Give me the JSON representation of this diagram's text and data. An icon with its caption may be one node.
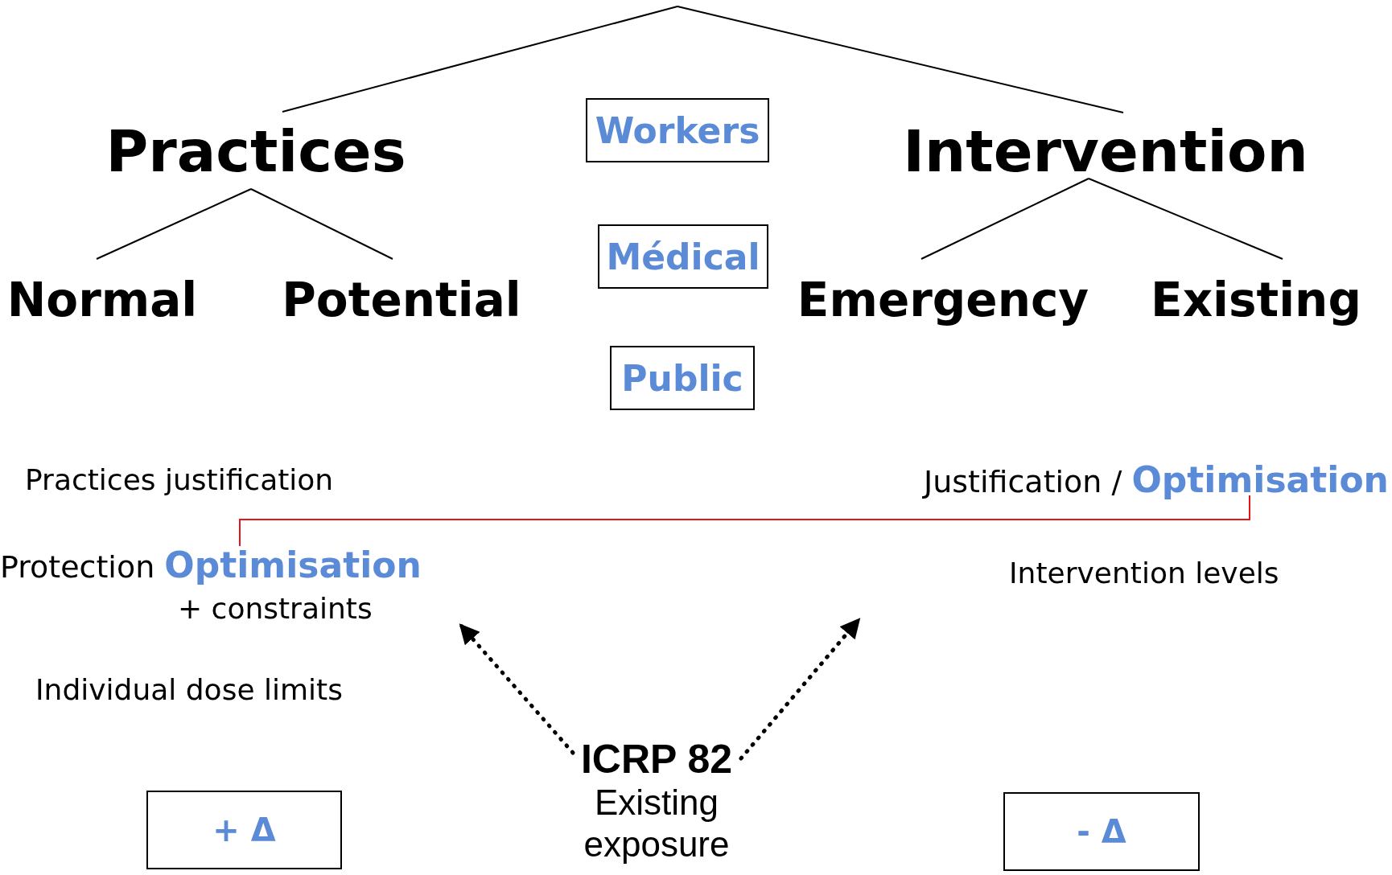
{
  "diagram": {
    "nodes": [
      {
        "text": [
          "Practices"
        ]
      },
      {
        "text": [
          "Normal"
        ]
      },
      {
        "text": [
          "Potential"
        ]
      },
      {
        "text": [
          "Workers"
        ]
      },
      {
        "text": [
          "Médical"
        ]
      },
      {
        "text": [
          "Public"
        ]
      },
      {
        "text": [
          "Intervention"
        ]
      },
      {
        "text": [
          "Emergency"
        ]
      },
      {
        "text": [
          "Existing"
        ]
      },
      {
        "text": [
          "Protection",
          "Optimisation"
        ]
      },
      {
        "text": [
          "Justification /",
          "Optimisation"
        ]
      },
      {
        "text": [
          "ICRP 82",
          "Existing exposure"
        ]
      },
      {
        "text": [
          "+ Δ"
        ]
      },
      {
        "text": [
          "- Δ"
        ]
      }
    ],
    "edges": [
      {
        "from": null,
        "to": 0,
        "arrow": "none"
      },
      {
        "from": null,
        "to": 6,
        "arrow": "none"
      },
      {
        "from": 0,
        "to": 1,
        "arrow": "none"
      },
      {
        "from": 0,
        "to": 2,
        "arrow": "none"
      },
      {
        "from": 6,
        "to": 7,
        "arrow": "none"
      },
      {
        "from": 6,
        "to": 8,
        "arrow": "none"
      },
      {
        "from": 9,
        "to": 10,
        "arrow": "none",
        "color": "#e8141b"
      },
      {
        "from": 11,
        "to": null,
        "arrow": "to",
        "style": "dashed"
      },
      {
        "from": 11,
        "to": null,
        "arrow": "to",
        "style": "dashed"
      }
    ],
    "labels": [
      "Practices justification",
      "+ constraints",
      "Individual dose limits",
      "Intervention levels"
    ]
  }
}
